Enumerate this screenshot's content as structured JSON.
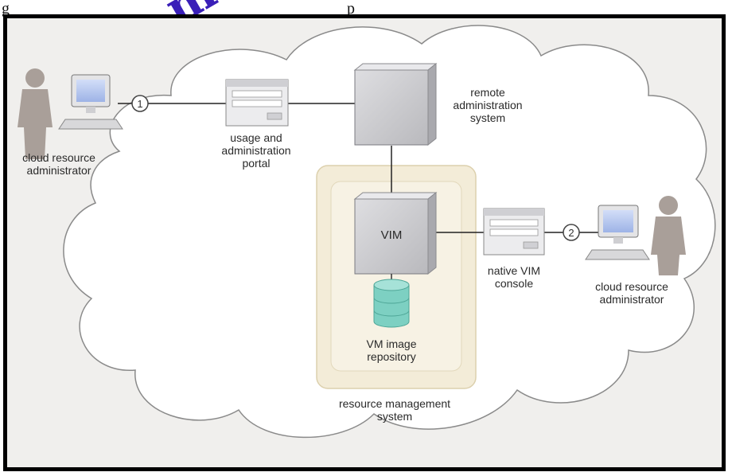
{
  "caption": {
    "left": "g",
    "right": "p"
  },
  "watermark": "m",
  "labels": {
    "admin_left": "cloud resource\nadministrator",
    "portal": "usage and\nadministration\nportal",
    "remote_admin": "remote\nadministration\nsystem",
    "vim": "VIM",
    "native_console": "native VIM\nconsole",
    "admin_right": "cloud resource\nadministrator",
    "repo": "VM image\nrepository",
    "rms": "resource management\nsystem",
    "step1": "1",
    "step2": "2"
  },
  "icons": {
    "person": "person-icon",
    "computer": "computer-monitor-icon",
    "portal": "web-form-icon",
    "server": "server-box-icon",
    "database": "database-icon"
  },
  "colors": {
    "cloud_fill": "#ffffff",
    "frame_bg": "#f0efed",
    "container": "#f3ecd8",
    "database": "#7dd0c2",
    "person": "#a99f99",
    "server": "#cfcfd2",
    "monitor_screen": "#b8c8ee"
  }
}
